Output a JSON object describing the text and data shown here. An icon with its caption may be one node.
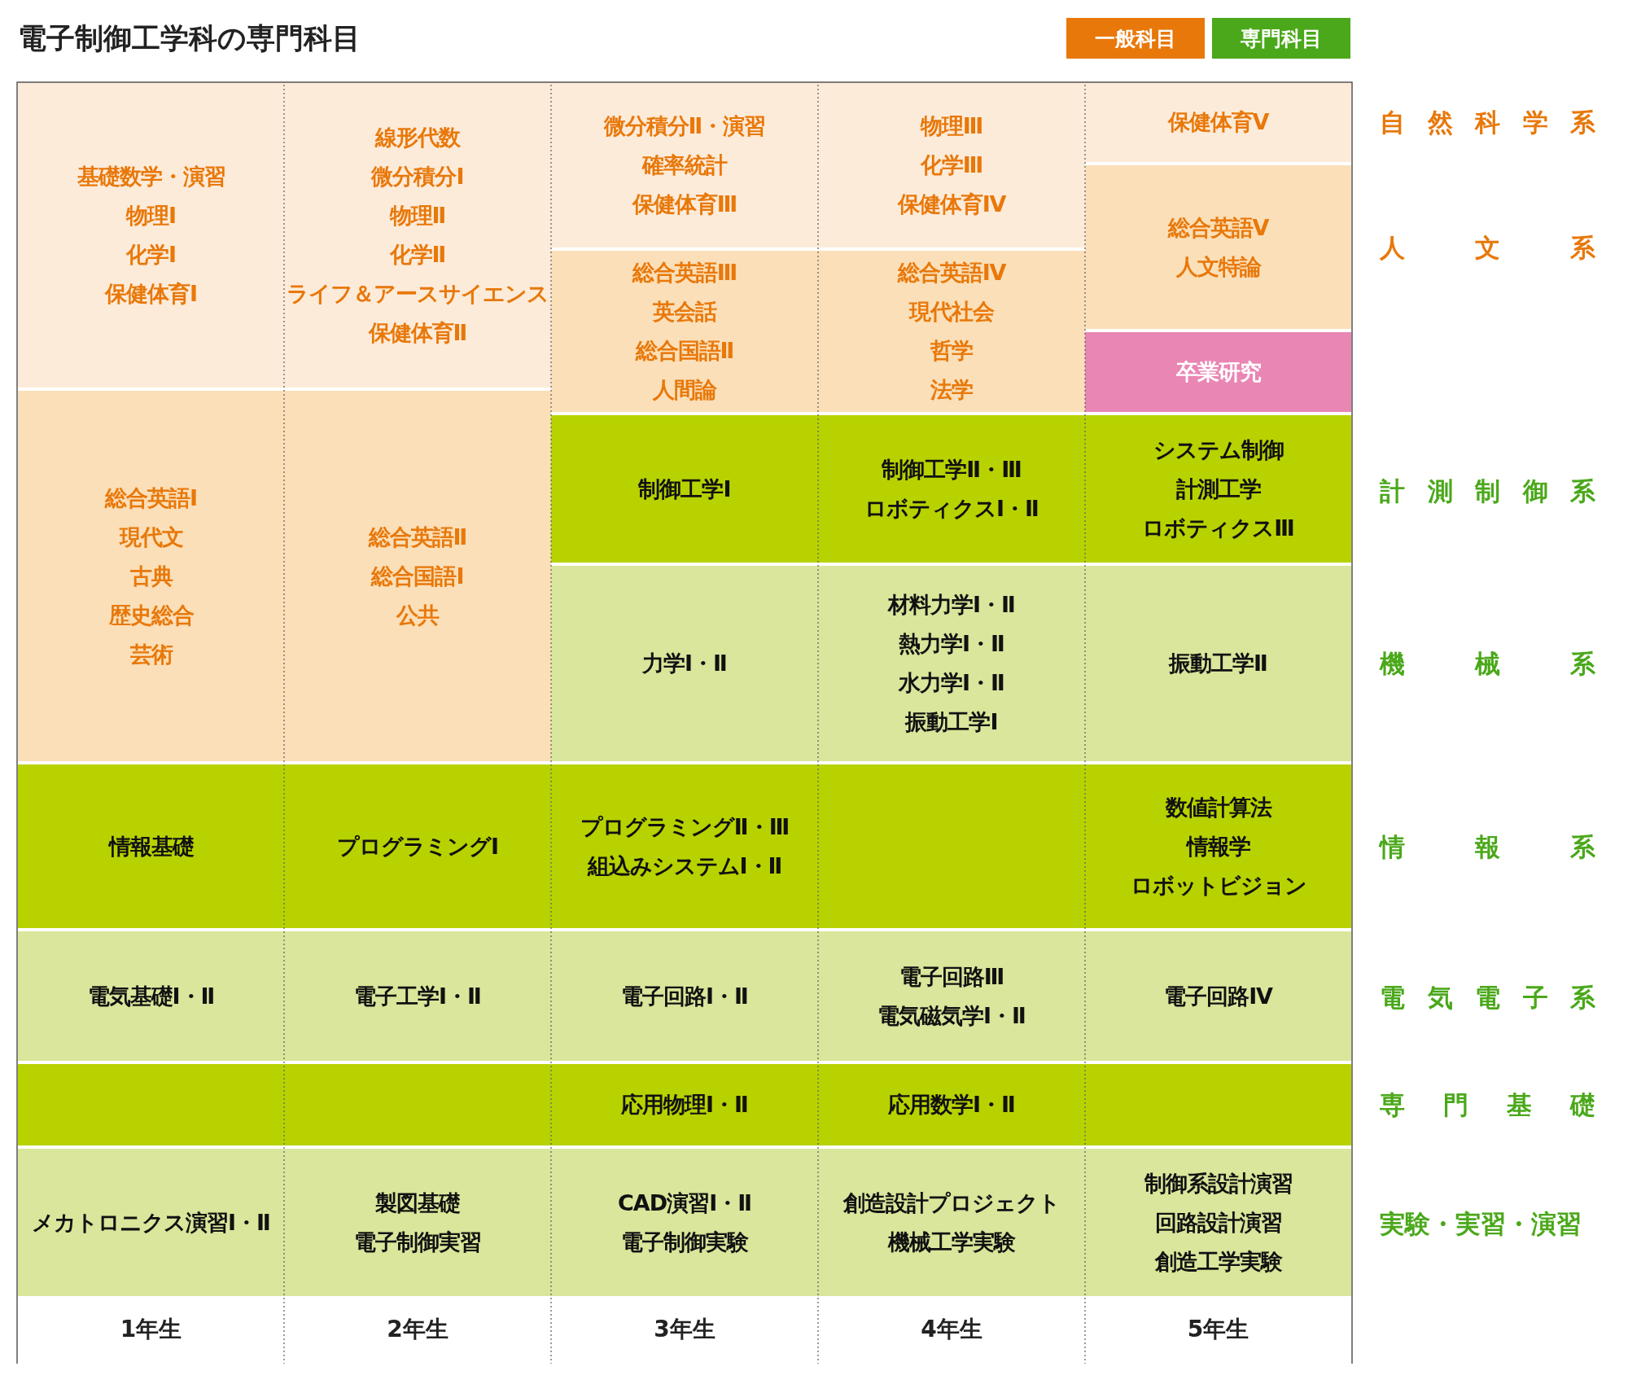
{
  "diagram": {
    "title": "電子制御工学科の専門科目",
    "nodes": [
      {
        "text": [
          "基礎数学・演習",
          "物理Ⅰ",
          "化学Ⅰ",
          "保健体育Ⅰ"
        ]
      },
      {
        "text": [
          "線形代数",
          "微分積分Ⅰ",
          "物理Ⅱ",
          "化学Ⅱ",
          "ライフ＆アースサイエンス",
          "保健体育Ⅱ"
        ]
      },
      {
        "text": [
          "微分積分Ⅱ・演習",
          "確率統計",
          "保健体育Ⅲ"
        ]
      },
      {
        "text": [
          "物理Ⅲ",
          "化学Ⅲ",
          "保健体育Ⅳ"
        ]
      },
      {
        "text": [
          "保健体育Ⅴ"
        ]
      },
      {
        "text": [
          "総合英語Ⅴ",
          "人文特論"
        ]
      },
      {
        "text": [
          "総合英語Ⅲ",
          "英会話",
          "総合国語Ⅱ",
          "人間論"
        ]
      },
      {
        "text": [
          "総合英語Ⅳ",
          "現代社会",
          "哲学",
          "法学"
        ]
      },
      {
        "text": [
          "卒業研究"
        ]
      },
      {
        "text": [
          "総合英語Ⅰ",
          "現代文",
          "古典",
          "歴史総合",
          "芸術"
        ]
      },
      {
        "text": [
          "総合英語Ⅱ",
          "総合国語Ⅰ",
          "公共"
        ]
      },
      {
        "text": [
          "制御工学Ⅰ"
        ]
      },
      {
        "text": [
          "制御工学Ⅱ・Ⅲ",
          "ロボティクスⅠ・Ⅱ"
        ]
      },
      {
        "text": [
          "システム制御",
          "計測工学",
          "ロボティクスⅢ"
        ]
      },
      {
        "text": [
          "力学Ⅰ・Ⅱ"
        ]
      },
      {
        "text": [
          "材料力学Ⅰ・Ⅱ",
          "熱力学Ⅰ・Ⅱ",
          "水力学Ⅰ・Ⅱ",
          "振動工学Ⅰ"
        ]
      },
      {
        "text": [
          "振動工学Ⅱ"
        ]
      },
      {
        "text": [
          "情報基礎"
        ]
      },
      {
        "text": [
          "プログラミングⅠ"
        ]
      },
      {
        "text": [
          "プログラミングⅡ・Ⅲ",
          "組込みシステムⅠ・Ⅱ"
        ]
      },
      {
        "text": [],
        "shape": "box"
      },
      {
        "text": [
          "数値計算法",
          "情報学",
          "ロボットビジョン"
        ]
      },
      {
        "text": [
          "電気基礎Ⅰ・Ⅱ"
        ]
      },
      {
        "text": [
          "電子工学Ⅰ・Ⅱ"
        ]
      },
      {
        "text": [
          "電子回路Ⅰ・Ⅱ"
        ]
      },
      {
        "text": [
          "電子回路Ⅲ",
          "電気磁気学Ⅰ・Ⅱ"
        ]
      },
      {
        "text": [
          "電子回路Ⅳ"
        ]
      },
      {
        "text": [],
        "shape": "box"
      },
      {
        "text": [],
        "shape": "box"
      },
      {
        "text": [
          "応用物理Ⅰ・Ⅱ"
        ]
      },
      {
        "text": [
          "応用数学Ⅰ・Ⅱ"
        ]
      },
      {
        "text": [],
        "shape": "box"
      },
      {
        "text": [
          "メカトロニクス演習Ⅰ・Ⅱ"
        ]
      },
      {
        "text": [
          "製図基礎",
          "電子制御実習"
        ]
      },
      {
        "text": [
          "CAD演習Ⅰ・Ⅱ",
          "電子制御実験"
        ]
      },
      {
        "text": [
          "創造設計プロジェクト",
          "機械工学実験"
        ]
      },
      {
        "text": [
          "制御系設計演習",
          "回路設計演習",
          "創造工学実験"
        ]
      }
    ],
    "labels": [
      "自然科学系",
      "人文系",
      "計測制御系",
      "機械系",
      "情報系",
      "電気電子系",
      "専門基礎",
      "実験・実習・演習",
      "1年生",
      "2年生",
      "3年生",
      "4年生",
      "5年生"
    ],
    "legend": [
      {
        "text": "一般科目",
        "color": "#e8780a"
      },
      {
        "text": "専門科目",
        "color": "#4aa81a"
      }
    ]
  }
}
